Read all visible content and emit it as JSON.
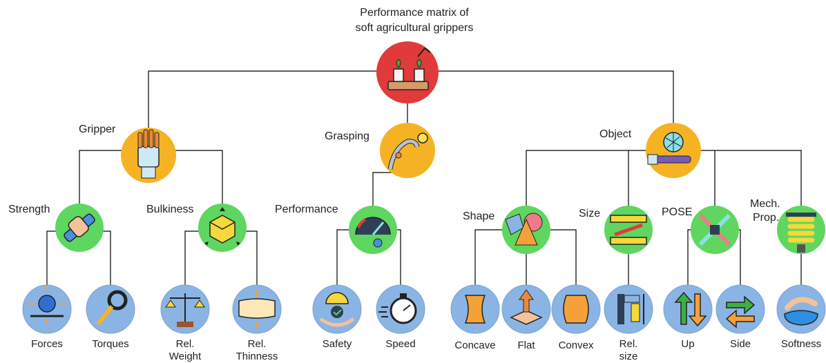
{
  "title_line1": "Performance matrix of",
  "title_line2": "soft agricultural grippers",
  "categories": {
    "gripper": "Gripper",
    "grasping": "Grasping",
    "object": "Object"
  },
  "sub": {
    "strength": "Strength",
    "bulkiness": "Bulkiness",
    "performance": "Performance",
    "shape": "Shape",
    "size": "Size",
    "pose": "POSE",
    "mech_1": "Mech.",
    "mech_2": "Prop."
  },
  "leaves": {
    "forces": "Forces",
    "torques": "Torques",
    "rel_weight_1": "Rel.",
    "rel_weight_2": "Weight",
    "rel_thin_1": "Rel.",
    "rel_thin_2": "Thinness",
    "safety": "Safety",
    "speed": "Speed",
    "concave": "Concave",
    "flat": "Flat",
    "convex": "Convex",
    "rel_size_1": "Rel.",
    "rel_size_2": "size",
    "up": "Up",
    "side": "Side",
    "softness": "Softness"
  },
  "colors": {
    "root": "#e03a3a",
    "category": "#f5b324",
    "sub": "#5fd65f",
    "leaf": "#8ab4e3",
    "line": "#000000"
  }
}
